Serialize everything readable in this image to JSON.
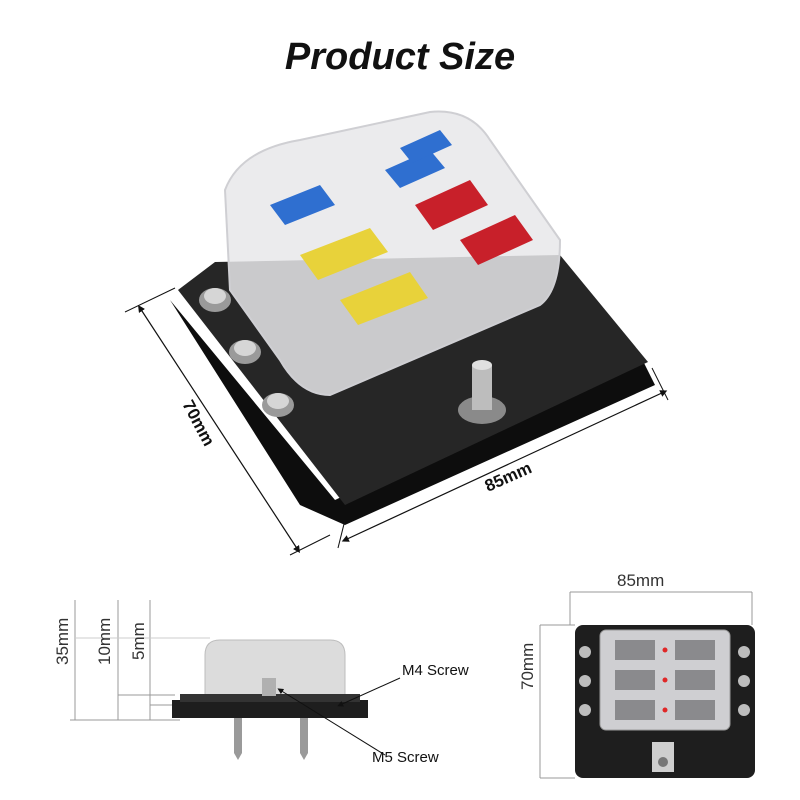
{
  "title": "Product Size",
  "main_view": {
    "depth_label": "70mm",
    "width_label": "85mm"
  },
  "side_view": {
    "height_total": "35mm",
    "height_mid": "10mm",
    "height_base": "5mm",
    "screw_top": "M4 Screw",
    "screw_bottom": "M5 Screw"
  },
  "top_view": {
    "width_label": "85mm",
    "height_label": "70mm"
  },
  "colors": {
    "fuse_blue": "#2f6fd0",
    "fuse_yellow": "#e8d23a",
    "fuse_red": "#c8202a",
    "base": "#1e1e1e"
  }
}
